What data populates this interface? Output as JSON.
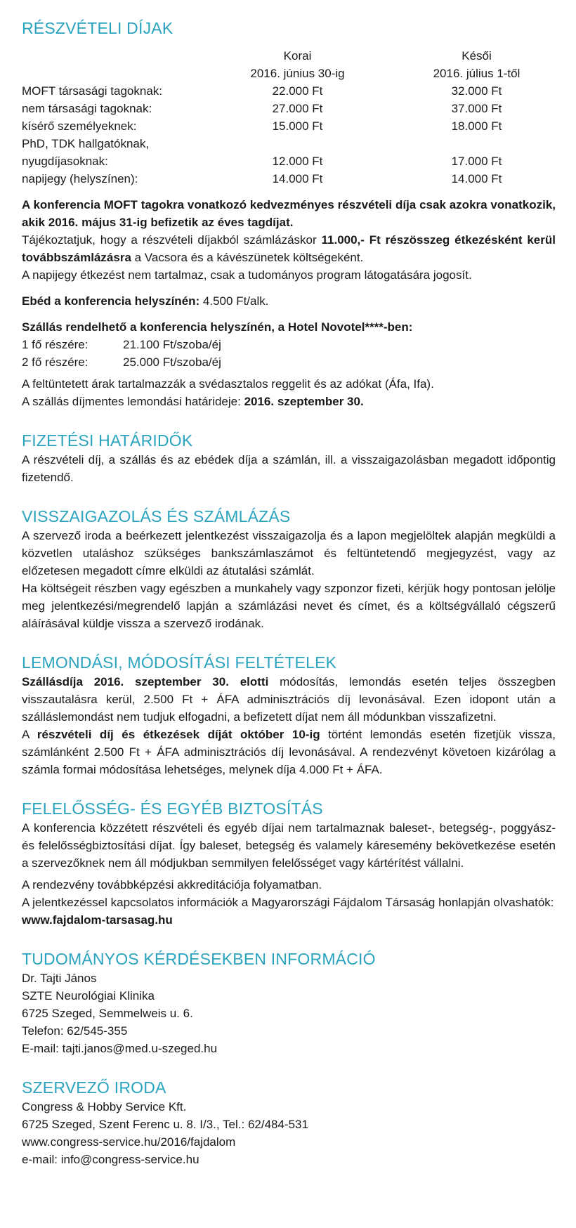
{
  "fees": {
    "title": "RÉSZVÉTELI DÍJAK",
    "col_early_line1": "Korai",
    "col_early_line2": "2016. június 30-ig",
    "col_late_line1": "Késői",
    "col_late_line2": "2016. július 1-től",
    "rows": [
      {
        "label": "MOFT társasági tagoknak:",
        "early": "22.000 Ft",
        "late": "32.000 Ft"
      },
      {
        "label": "nem társasági tagoknak:",
        "early": "27.000 Ft",
        "late": "37.000 Ft"
      },
      {
        "label": "kísérő személyeknek:",
        "early": "15.000 Ft",
        "late": "18.000 Ft"
      },
      {
        "label": "PhD, TDK hallgatóknak,",
        "early": "",
        "late": ""
      },
      {
        "label": "nyugdíjasoknak:",
        "early": "12.000 Ft",
        "late": "17.000 Ft"
      },
      {
        "label": "napijegy (helyszínen):",
        "early": "14.000 Ft",
        "late": "14.000 Ft"
      }
    ],
    "discount_note": "A konferencia MOFT tagokra vonatkozó kedvezményes részvételi díja csak azokra vonatkozik, akik 2016. május 31-ig befizetik az éves tagdíjat.",
    "meal_note_a": "Tájékoztatjuk, hogy a részvételi díjakból számlázáskor ",
    "meal_note_b": "11.000,- Ft részösszeg étkezésként kerül továbbszámlázásra",
    "meal_note_c": " a Vacsora és a kávészünetek költségeként.",
    "dayticket_note": "A napijegy étkezést nem tartalmaz, csak a tudományos program látogatására jogosít.",
    "lunch_label": "Ebéd a konferencia helyszínén:",
    "lunch_value": " 4.500 Ft/alk.",
    "hotel_title": "Szállás rendelhető a konferencia helyszínén, a Hotel Novotel****-ben:",
    "hotel_rows": [
      {
        "label": "1 fő részére:",
        "value": "21.100 Ft/szoba/éj"
      },
      {
        "label": "2 fő részére:",
        "value": "25.000 Ft/szoba/éj"
      }
    ],
    "hotel_note": "A feltüntetett árak tartalmazzák a svédasztalos reggelit és az adókat (Áfa, Ifa).",
    "cancel_deadline_a": "A szállás díjmentes lemondási határideje: ",
    "cancel_deadline_b": "2016. szeptember 30."
  },
  "payment": {
    "title": "FIZETÉSI HATÁRIDŐK",
    "text": "A részvételi díj, a szállás és az ebédek díja a számlán, ill. a visszaigazolásban megadott időpontig fizetendő."
  },
  "confirmation": {
    "title": "VISSZAIGAZOLÁS ÉS SZÁMLÁZÁS",
    "p1": "A szervező iroda a beérkezett jelentkezést visszaigazolja és a lapon megjelöltek alapján megküldi a közvetlen utaláshoz szükséges bankszámlaszámot és feltüntetendő megjegyzést, vagy az előzetesen megadott címre elküldi az átutalási számlát.",
    "p2": "Ha költségeit részben vagy egészben a munkahely vagy szponzor fizeti, kérjük hogy pontosan jelölje meg jelentkezési/megrendelő lapján a számlázási nevet és címet, és a költségvállaló cégszerű aláírásával küldje vissza a szervező irodának."
  },
  "cancellation": {
    "title": "LEMONDÁSI, MÓDOSÍTÁSI FELTÉTELEK",
    "p1_bold": "Szállásdíja 2016. szeptember 30. elotti",
    "p1_rest": " módosítás, lemondás esetén teljes összegben visszautalásra kerül, 2.500 Ft + ÁFA adminisztrációs díj levonásával. Ezen idopont után a szálláslemondást nem tudjuk elfogadni, a befizetett díjat nem áll módunkban visszafizetni.",
    "p2_a": "A ",
    "p2_bold": "részvételi díj és étkezések díját október 10-ig",
    "p2_rest": " történt lemondás esetén fizetjük vissza, számlánként 2.500 Ft + ÁFA adminisztrációs díj levonásával. A rendezvényt követoen kizárólag a számla formai módosítása lehetséges, melynek díja 4.000 Ft + ÁFA."
  },
  "liability": {
    "title": "FELELŐSSÉG- ÉS EGYÉB BIZTOSÍTÁS",
    "p1": "A konferencia közzétett részvételi és egyéb díjai nem tartalmaznak baleset-, betegség-, poggyász- és felelősségbiztosítási díjat. Így baleset, betegség és valamely káresemény bekövetkezése esetén a szervezőknek nem áll módjukban semmilyen felelősséget vagy kártérítést vállalni.",
    "p2": "A rendezvény továbbképzési akkreditációja folyamatban.",
    "p3": "A jelentkezéssel kapcsolatos információk a Magyarországi Fájdalom Társaság honlapján olvashatók:",
    "link": "www.fajdalom-tarsasag.hu"
  },
  "science": {
    "title": "TUDOMÁNYOS KÉRDÉSEKBEN INFORMÁCIÓ",
    "lines": [
      "Dr. Tajti János",
      "SZTE Neurológiai Klinika",
      "6725 Szeged, Semmelweis u. 6.",
      "Telefon: 62/545-355",
      "E-mail: tajti.janos@med.u-szeged.hu"
    ]
  },
  "office": {
    "title": "SZERVEZŐ IRODA",
    "lines": [
      "Congress & Hobby Service Kft.",
      "6725 Szeged, Szent Ferenc u. 8. I/3., Tel.: 62/484-531",
      "www.congress-service.hu/2016/fajdalom",
      "e-mail: info@congress-service.hu"
    ]
  },
  "colors": {
    "heading": "#2aa3be",
    "text": "#1a1a1a"
  }
}
